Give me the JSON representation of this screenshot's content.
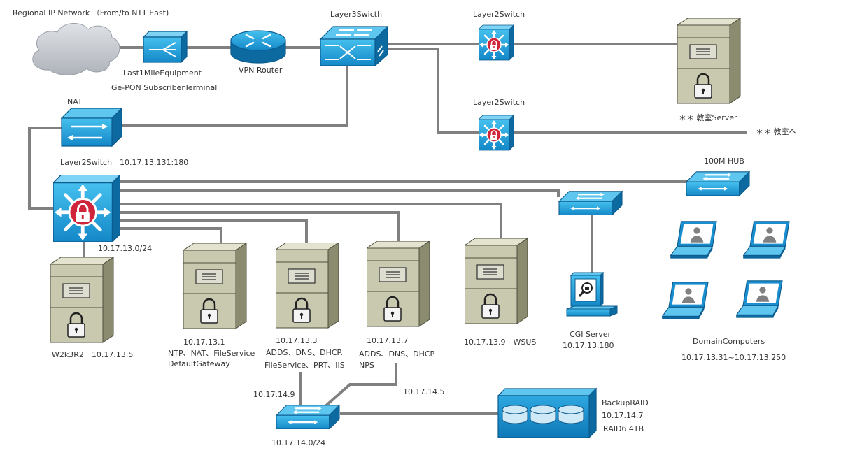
{
  "colors": {
    "link": "#808080",
    "cisco_blue_light": "#29a9dd",
    "cisco_blue_dark": "#0d6aa0",
    "server_face": "#c9c9b0",
    "server_side": "#8b8b70",
    "server_top": "#e3e3cf",
    "lock_red": "#d0243a",
    "cloud": "#c3c7cc",
    "text": "#333333"
  },
  "labels": {
    "regional_ip": "Regional IP Network （From/to NTT East)",
    "last_mile_1": "Last1MileEquipment",
    "last_mile_2": "Ge-PON SubscriberTerminal",
    "vpn_router": "VPN Router",
    "layer3": "Layer3Swicth",
    "l2_top": "Layer2Switch",
    "l2_mid": "Layer2Switch",
    "classroom_server": "＊＊ 教室Server",
    "classroom_to": "＊＊ 教室へ",
    "nat": "NAT",
    "l2_main": "Layer2Switch　10.17.13.131:180",
    "subnet_13": "10.17.13.0/24",
    "hub_100m": "100M HUB",
    "w2k3r2": "W2k3R2　10.17.13.5",
    "srv1_ip": "10.17.13.1",
    "srv1_role": "NTP、NAT、FileService",
    "srv1_gw": "DefaultGateway",
    "srv3_ip": "10.17.13.3",
    "srv3_role1": "ADDS、DNS、DHCP.",
    "srv3_role2": "FileService、PRT、IIS",
    "srv7_ip": "10.17.13.7",
    "srv7_role1": "ADDS、DNS、DHCP",
    "srv7_role2": "NPS",
    "wsus": "10.17.13.9　WSUS",
    "cgi_1": "CGI Server",
    "cgi_2": "10.17.13.180",
    "domain_pcs": "DomainComputers",
    "domain_range": "10.17.13.31~10.17.13.250",
    "ip_14_9": "10.17.14.9",
    "ip_14_5": "10.17.14.5",
    "subnet_14": "10.17.14.0/24",
    "backup_1": "BackupRAID",
    "backup_2": "10.17.14.7",
    "backup_3": "RAID6 4TB"
  }
}
